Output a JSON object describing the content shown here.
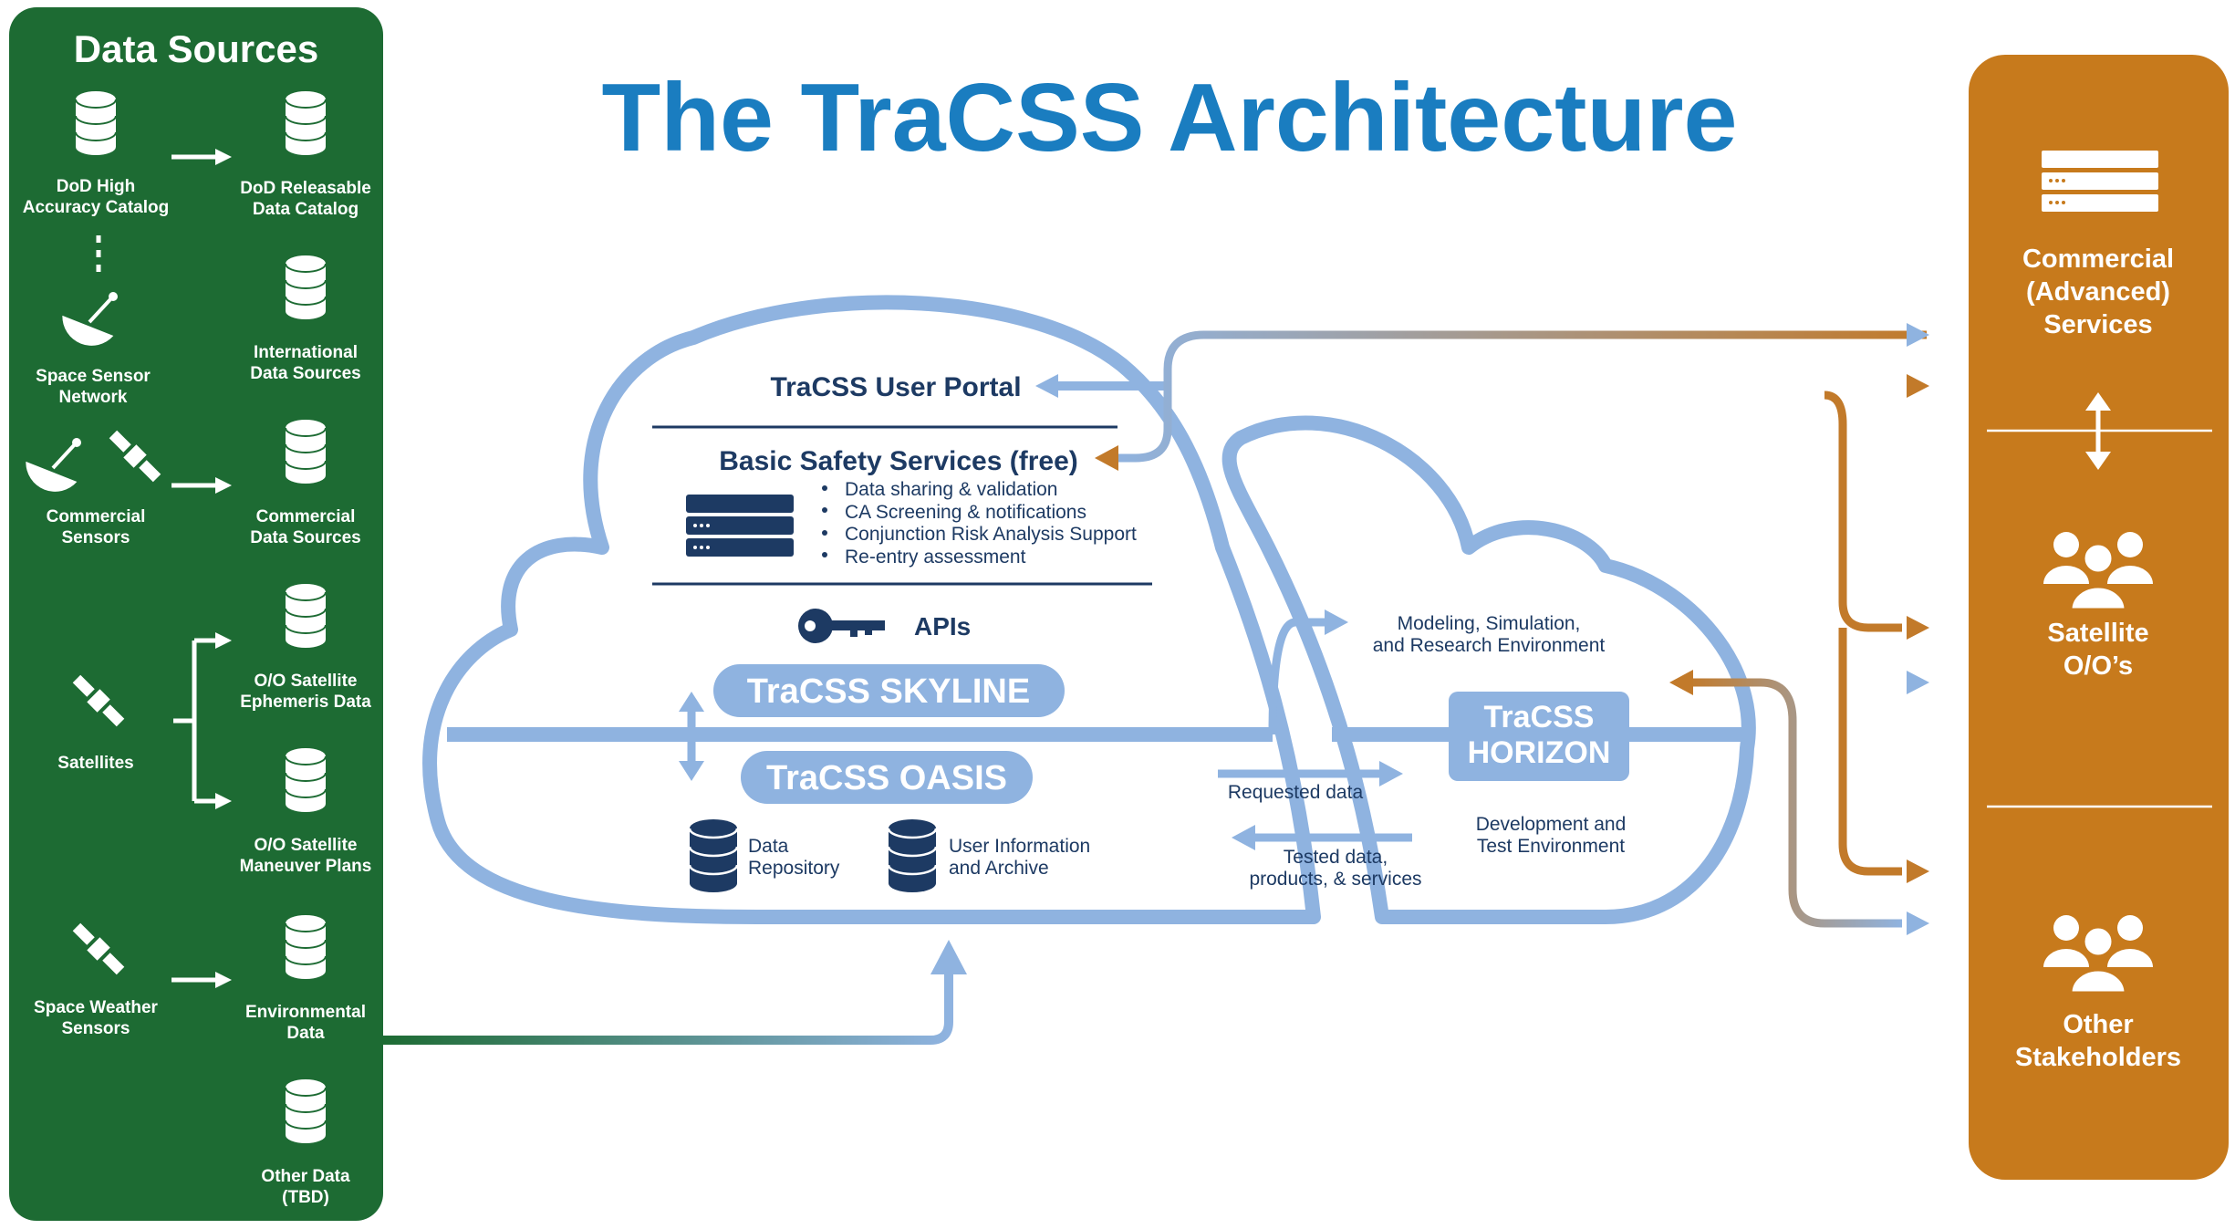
{
  "title": "The TraCSS Architecture",
  "colors": {
    "green_panel": "#1d6b33",
    "orange_panel": "#c77a1c",
    "cloud_blue": "#8fb3e0",
    "title_blue": "#1a7dc0",
    "navy": "#1d3a63",
    "orange_arrow": "#c27a2a"
  },
  "data_sources": {
    "heading": "Data Sources",
    "dod_high": [
      "DoD High",
      "Accuracy Catalog"
    ],
    "dod_releasable": [
      "DoD Releasable",
      "Data Catalog"
    ],
    "space_sensor": [
      "Space Sensor",
      "Network"
    ],
    "international": [
      "International",
      "Data Sources"
    ],
    "commercial_sensors": [
      "Commercial",
      "Sensors"
    ],
    "commercial_data": [
      "Commercial",
      "Data Sources"
    ],
    "satellites": "Satellites",
    "oo_ephemeris": [
      "O/O Satellite",
      "Ephemeris Data"
    ],
    "oo_maneuver": [
      "O/O Satellite",
      "Maneuver Plans"
    ],
    "space_weather": [
      "Space Weather",
      "Sensors"
    ],
    "environmental": [
      "Environmental",
      "Data"
    ],
    "other_data": [
      "Other Data",
      "(TBD)"
    ]
  },
  "cloud": {
    "user_portal": "TraCSS User Portal",
    "basic_safety": "Basic Safety Services (free)",
    "bullets": [
      "Data sharing & validation",
      "CA Screening & notifications",
      "Conjunction Risk Analysis Support",
      "Re-entry assessment"
    ],
    "apis": "APIs",
    "skyline": "TraCSS SKYLINE",
    "oasis": "TraCSS OASIS",
    "data_repository": [
      "Data",
      "Repository"
    ],
    "user_info": [
      "User Information",
      "and Archive"
    ],
    "modeling": [
      "Modeling, Simulation,",
      "and Research Environment"
    ],
    "horizon": [
      "TraCSS",
      "HORIZON"
    ],
    "requested": "Requested data",
    "tested": [
      "Tested data,",
      "products, & services"
    ],
    "development": [
      "Development and",
      "Test Environment"
    ]
  },
  "stakeholders": {
    "commercial": [
      "Commercial",
      "(Advanced)",
      "Services"
    ],
    "satellite_oos": [
      "Satellite",
      "O/O’s"
    ],
    "other": [
      "Other",
      "Stakeholders"
    ]
  }
}
